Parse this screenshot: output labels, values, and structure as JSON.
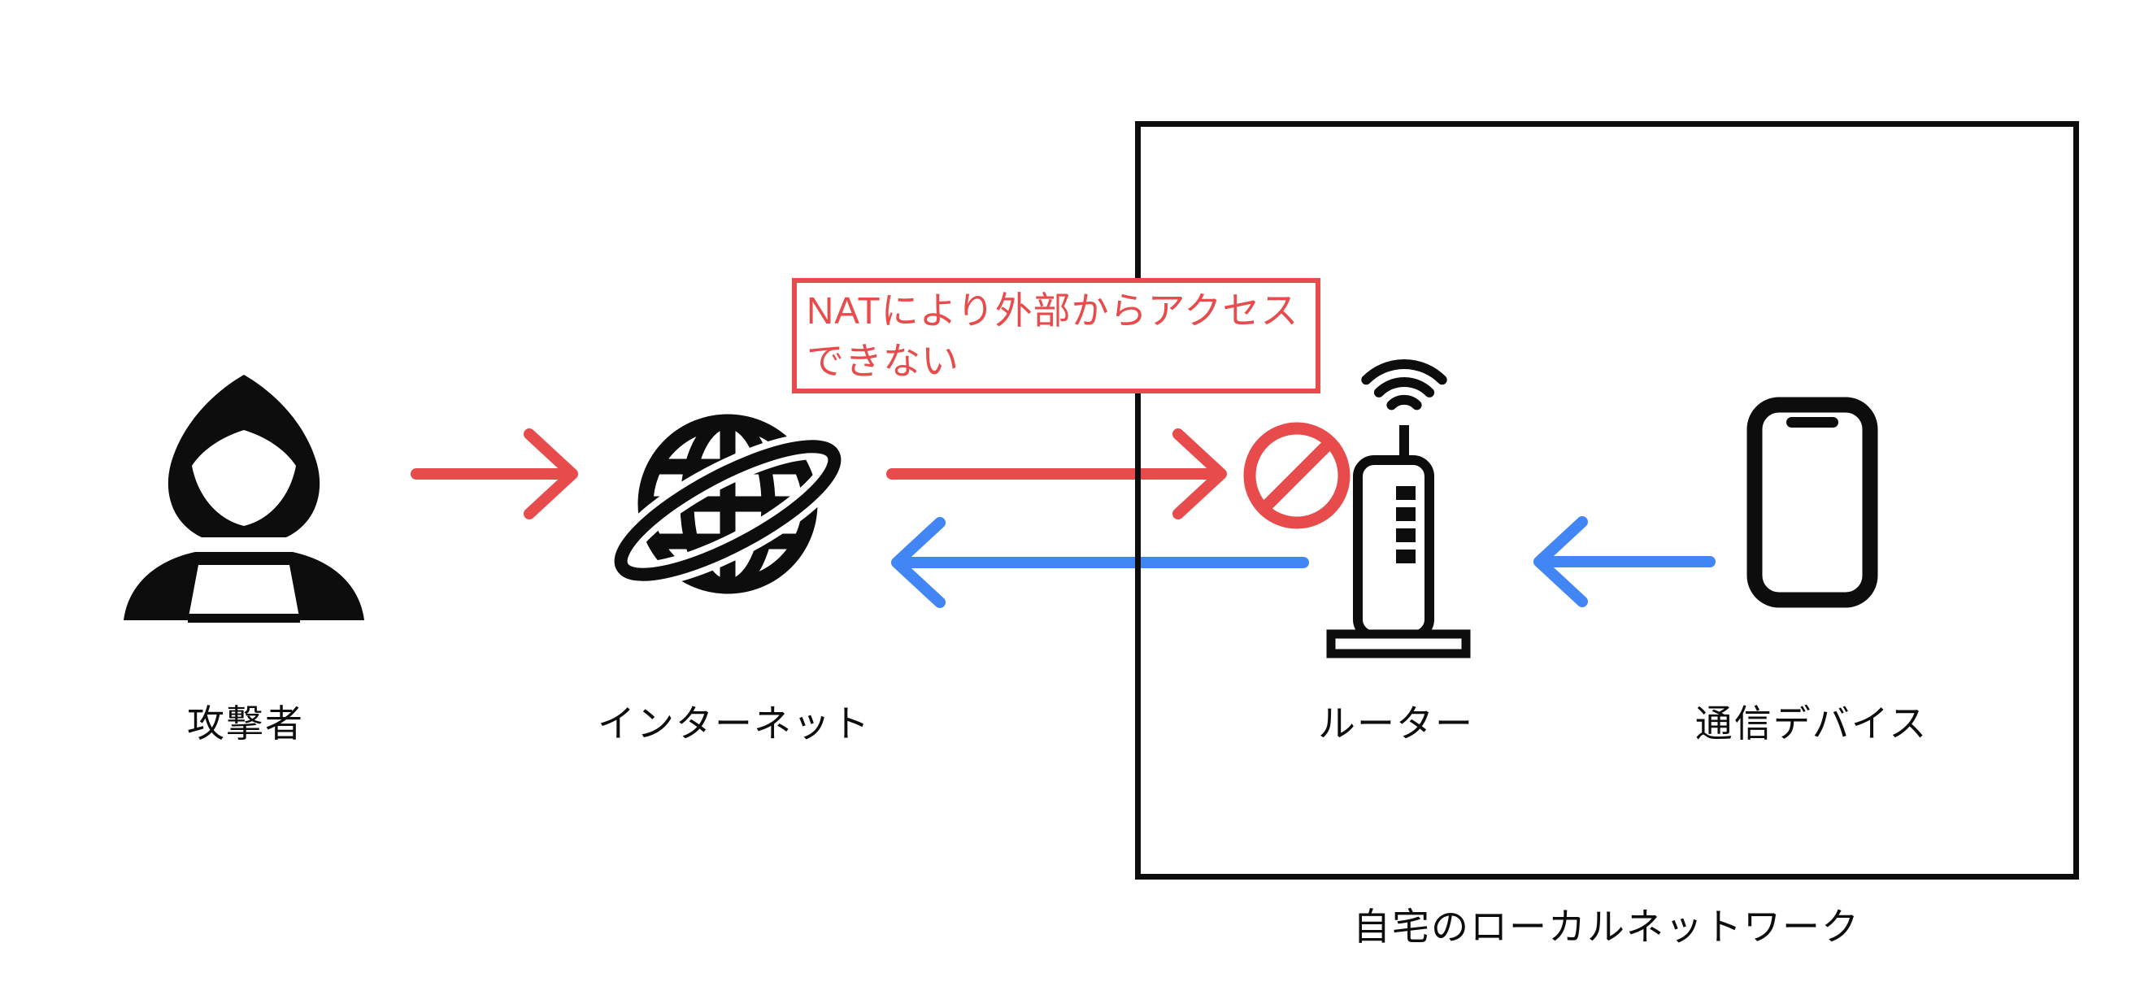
{
  "colors": {
    "ink": "#0d0d0d",
    "red": "#e84b4b",
    "blue": "#4285f4",
    "bg": "#ffffff"
  },
  "nodes": {
    "attacker": {
      "label": "攻撃者",
      "icon": "hacker-icon"
    },
    "internet": {
      "label": "インターネット",
      "icon": "globe-orbit-icon"
    },
    "router": {
      "label": "ルーター",
      "icon": "wifi-router-icon"
    },
    "device": {
      "label": "通信デバイス",
      "icon": "smartphone-icon"
    }
  },
  "boundary": {
    "label": "自宅のローカルネットワーク"
  },
  "annotation": {
    "lines": [
      "NATにより外部からアクセス",
      "できない"
    ]
  },
  "blocked_sign": {
    "icon": "no-entry-icon",
    "meaning": "access blocked"
  },
  "flows": [
    {
      "id": "attacker-to-internet",
      "direction": "right",
      "color": "red"
    },
    {
      "id": "internet-to-router",
      "direction": "right",
      "color": "red",
      "blocked": true
    },
    {
      "id": "router-to-internet",
      "direction": "left",
      "color": "blue"
    },
    {
      "id": "device-to-router",
      "direction": "left",
      "color": "blue"
    }
  ]
}
